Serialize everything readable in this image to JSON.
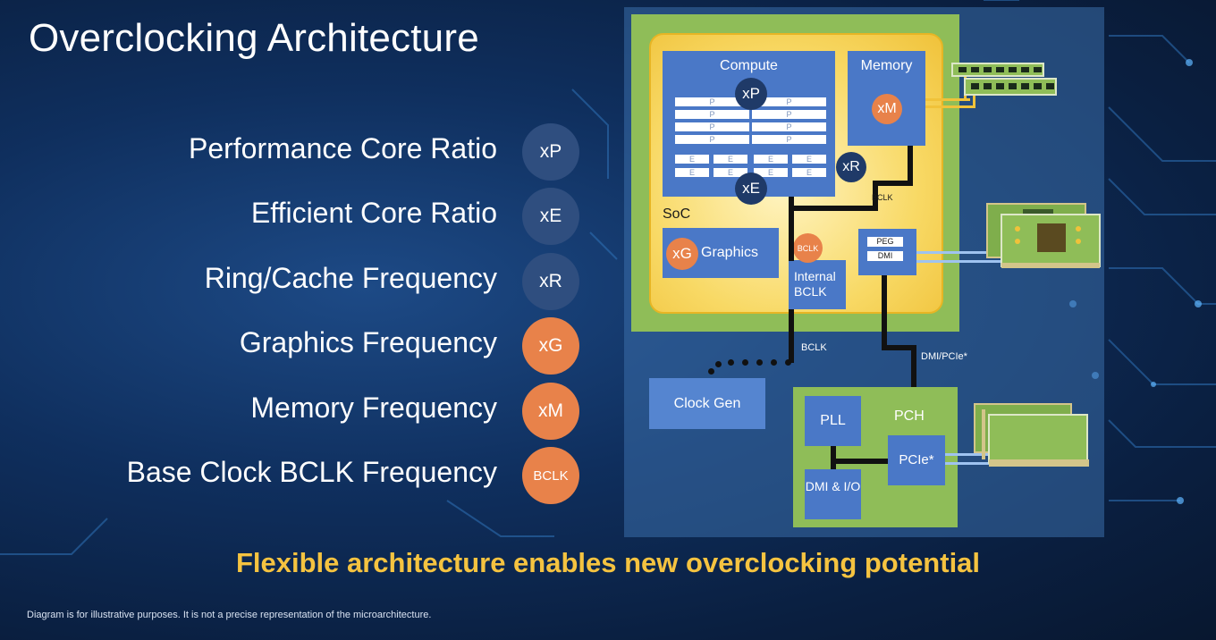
{
  "title": "Overclocking Architecture",
  "features": [
    {
      "label": "Performance Core Ratio",
      "badge": "xP",
      "color": "#2f4e7f"
    },
    {
      "label": "Efficient Core Ratio",
      "badge": "xE",
      "color": "#2f4e7f"
    },
    {
      "label": "Ring/Cache Frequency",
      "badge": "xR",
      "color": "#2f4e7f"
    },
    {
      "label": "Graphics Frequency",
      "badge": "xG",
      "color": "#e8824a"
    },
    {
      "label": "Memory Frequency",
      "badge": "xM",
      "color": "#e8824a"
    },
    {
      "label": "Base Clock BCLK Frequency",
      "badge": "BCLK",
      "color": "#e8824a"
    }
  ],
  "diagram": {
    "compute_label": "Compute",
    "memory_label": "Memory",
    "soc_label": "SoC",
    "graphics_label": "Graphics",
    "internal_bclk_label": "Internal BCLK",
    "peg_label": "PEG",
    "dmi_label": "DMI",
    "bclk_label": "BCLK",
    "dmi_pcie_label": "DMI/PCIe*",
    "clock_gen_label": "Clock Gen",
    "pch_label": "PCH",
    "pll_label": "PLL",
    "pcie_label": "PCIe*",
    "dmi_io_label": "DMI & I/O",
    "badge_xp": "xP",
    "badge_xe": "xE",
    "badge_xr": "xR",
    "badge_xm": "xM",
    "badge_xg": "xG",
    "badge_bclk": "BCLK",
    "p_core": "P",
    "e_core": "E",
    "colors": {
      "package": "#8fbd58",
      "soc": "#f8d965",
      "block": "#4a78c7",
      "navy": "#1f3a68",
      "orange": "#e8824a"
    }
  },
  "tagline": "Flexible architecture enables new overclocking potential",
  "footnote": "Diagram is for illustrative purposes. It is not a precise representation of the microarchitecture."
}
